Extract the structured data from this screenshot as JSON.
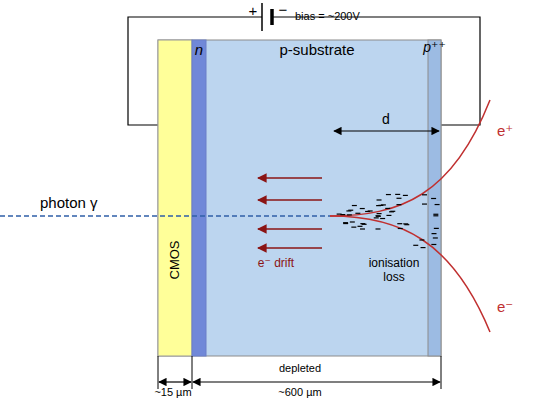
{
  "diagram": {
    "nodes": [
      {
        "text": [
          "CMOS"
        ]
      },
      {
        "text": [
          "n"
        ]
      },
      {
        "text": [
          "p-substrate"
        ]
      },
      {
        "text": [
          "p⁺⁺"
        ]
      }
    ],
    "labels": [
      "+",
      "−",
      "bias = ~200V",
      "photon γ",
      "d",
      "e⁺",
      "e⁻",
      "e⁻ drift",
      "ionisation loss",
      "depleted",
      "~15 µm",
      "~600 µm"
    ]
  }
}
